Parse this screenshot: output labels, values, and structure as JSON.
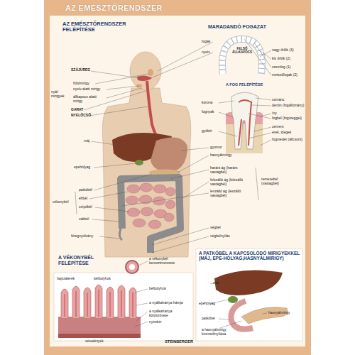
{
  "diagram": {
    "title": "AZ EMÉSZTŐRENDSZER",
    "labels": [
      "AZ EMÉSZTŐRENDSZER FELÉPÍTÉSE",
      "SZÁJÜREG",
      "fültőmirigy",
      "nyál-mirigyek",
      "nyelv alatti mirigy",
      "állkapocs alatti mirigy",
      "GARAT",
      "NYELŐCSŐ",
      "máj",
      "epehólyag",
      "vékonybél",
      "patkóbél",
      "éhbél",
      "csípőbél",
      "vakbél",
      "féregnyúlvány",
      "MARADANDÓ FOGAZAT",
      "fogak",
      "nyelv",
      "FELSŐ ÁLLKAPOCS",
      "nagy őrlők (3)",
      "kis őrlők (2)",
      "szemfog (1)",
      "metszőfogak (2)",
      "A FOG FELÉPÍTÉSE",
      "korona",
      "fognyak",
      "gyökér",
      "zománc",
      "dentin (fogállomány)",
      "íny",
      "fogbél (fogüreggel)",
      "cement",
      "erek, idegek",
      "fogmeder (állcsont)",
      "gyomor",
      "hasnyálmirigy",
      "haránt ág (haránt vastagbél)",
      "felszálló ág (felszálló vastagbél)",
      "leszálló ág (leszálló vastagbél)",
      "remesebél (vastagbél)",
      "végbél",
      "végbélnyílás",
      "A VÉKONYBÉL FELÉPÍTÉSE",
      "a vékonybél keresztmetszete",
      "hajszálerek",
      "bélbolyhok",
      "bélbolyhok",
      "a nyálkahártya hámja",
      "a nyálkahártya kötőszövete",
      "nyirokér",
      "véredények",
      "A PATKÓBÉL A KAPCSOLÓDÓ MIRIGYEKKEL (MÁJ, EPE-HÓLYAG,HASNYÁLMIRIGY)",
      "máj",
      "epehólyag",
      "patkóbél",
      "hasnyálmirigy",
      "a hasnyálmirigy kivezetőnyílása",
      "STEINBERGER"
    ]
  }
}
